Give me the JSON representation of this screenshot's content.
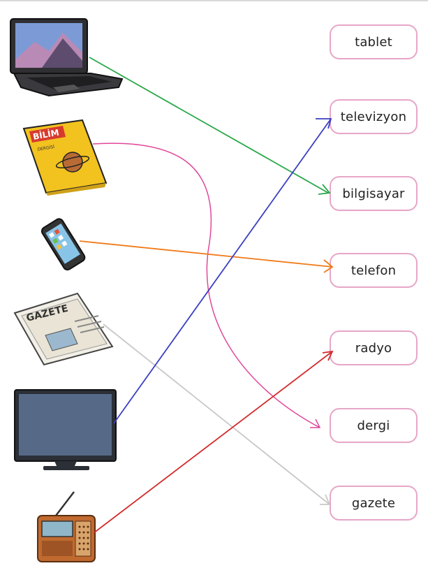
{
  "words": [
    {
      "label": "tablet"
    },
    {
      "label": "televizyon"
    },
    {
      "label": "bilgisayar"
    },
    {
      "label": "telefon"
    },
    {
      "label": "radyo"
    },
    {
      "label": "dergi"
    },
    {
      "label": "gazete"
    }
  ],
  "images": [
    {
      "name": "laptop-icon"
    },
    {
      "name": "magazine-icon",
      "text": "BİLİM",
      "subtext": "DERGİSİ"
    },
    {
      "name": "phone-icon"
    },
    {
      "name": "newspaper-icon",
      "text": "GAZETE"
    },
    {
      "name": "tv-icon"
    },
    {
      "name": "radio-icon"
    }
  ],
  "connections": [
    {
      "from": "laptop-icon",
      "to": "bilgisayar",
      "color": "#2aa84a"
    },
    {
      "from": "magazine-icon",
      "to": "dergi",
      "color": "#e0489a"
    },
    {
      "from": "phone-icon",
      "to": "telefon",
      "color": "#f07b1a"
    },
    {
      "from": "newspaper-icon",
      "to": "gazete",
      "color": "#c8c8c8"
    },
    {
      "from": "tv-icon",
      "to": "televizyon",
      "color": "#3b3fc0"
    },
    {
      "from": "radio-icon",
      "to": "radyo",
      "color": "#d32a2a"
    }
  ]
}
